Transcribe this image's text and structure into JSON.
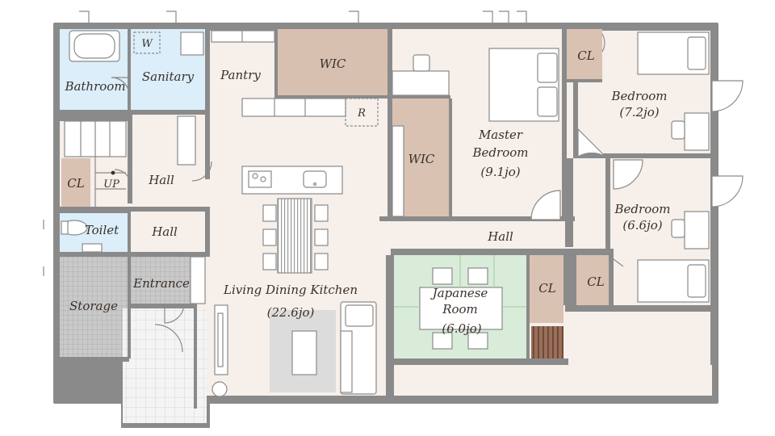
{
  "rooms": {
    "bathroom": "Bathroom",
    "sanitary": "Sanitary",
    "washer": "W",
    "pantry": "Pantry",
    "wic_top": "WIC",
    "fridge": "R",
    "master_bedroom_line1": "Master",
    "master_bedroom_line2": "Bedroom",
    "master_bedroom_size": "(9.1jo)",
    "wic_master": "WIC",
    "cl_top": "CL",
    "bedroom1_name": "Bedroom",
    "bedroom1_size": "(7.2jo)",
    "bedroom2_name": "Bedroom",
    "bedroom2_size": "(6.6jo)",
    "cl_stairs": "CL",
    "up": "UP",
    "hall_left": "Hall",
    "hall_mid": "Hall",
    "hall_right": "Hall",
    "toilet": "Toilet",
    "entrance": "Entrance",
    "storage": "Storage",
    "ldk_name": "Living Dining Kitchen",
    "ldk_size": "(22.6jo)",
    "japanese_line1": "Japanese",
    "japanese_line2": "Room",
    "japanese_size": "(6.0jo)",
    "cl_japanese": "CL",
    "cl_bedroom2": "CL"
  },
  "colors": {
    "wall": "#8a8a8a",
    "floor_main": "#f6efea",
    "wet_area": "#dbeefa",
    "closet": "#d9c2b2",
    "wic_top": "#d8c0b0",
    "tatami": "#d9ecd9",
    "storage_tile": "#bdbdbd",
    "porch_tile": "#f0f0f0",
    "rug": "#dcdcdc"
  }
}
